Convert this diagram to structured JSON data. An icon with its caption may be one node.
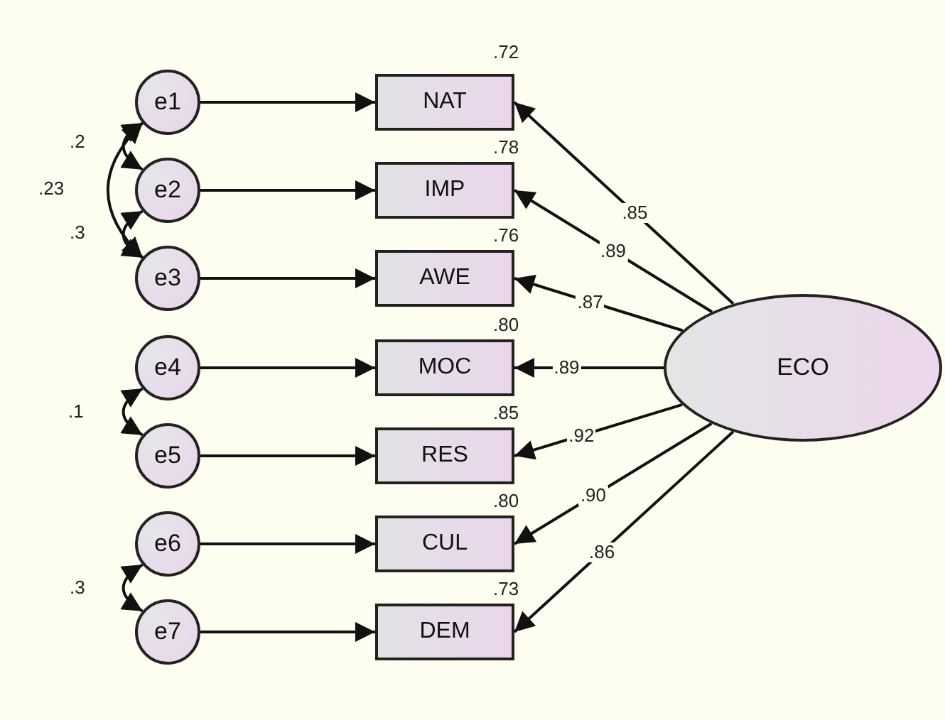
{
  "diagram": {
    "nodes": [
      {
        "text": [
          "e1"
        ]
      },
      {
        "text": [
          "e2"
        ]
      },
      {
        "text": [
          "e3"
        ]
      },
      {
        "text": [
          "e4"
        ]
      },
      {
        "text": [
          "e5"
        ]
      },
      {
        "text": [
          "e6"
        ]
      },
      {
        "text": [
          "e7"
        ]
      },
      {
        "text": [
          "NAT"
        ],
        "beside": [
          ".72"
        ]
      },
      {
        "text": [
          "IMP"
        ],
        "beside": [
          ".78"
        ]
      },
      {
        "text": [
          "AWE"
        ],
        "beside": [
          ".76"
        ]
      },
      {
        "text": [
          "MOC"
        ],
        "beside": [
          ".80"
        ]
      },
      {
        "text": [
          "RES"
        ],
        "beside": [
          ".85"
        ]
      },
      {
        "text": [
          "CUL"
        ],
        "beside": [
          ".80"
        ]
      },
      {
        "text": [
          "DEM"
        ],
        "beside": [
          ".73"
        ]
      },
      {
        "text": [
          "ECO"
        ]
      }
    ],
    "edges": [
      {
        "from": 0,
        "to": 7,
        "arrow": "to"
      },
      {
        "from": 1,
        "to": 8,
        "arrow": "to"
      },
      {
        "from": 2,
        "to": 9,
        "arrow": "to"
      },
      {
        "from": 3,
        "to": 10,
        "arrow": "to"
      },
      {
        "from": 4,
        "to": 11,
        "arrow": "to"
      },
      {
        "from": 5,
        "to": 12,
        "arrow": "to"
      },
      {
        "from": 6,
        "to": 13,
        "arrow": "to"
      },
      {
        "from": 14,
        "to": 7,
        "arrow": "to",
        "label": ".85"
      },
      {
        "from": 14,
        "to": 8,
        "arrow": "to",
        "label": ".89"
      },
      {
        "from": 14,
        "to": 9,
        "arrow": "to",
        "label": ".87"
      },
      {
        "from": 14,
        "to": 10,
        "arrow": "to",
        "label": ".89"
      },
      {
        "from": 14,
        "to": 11,
        "arrow": "to",
        "label": ".92"
      },
      {
        "from": 14,
        "to": 12,
        "arrow": "to",
        "label": ".90"
      },
      {
        "from": 14,
        "to": 13,
        "arrow": "to",
        "label": ".86"
      },
      {
        "from": 0,
        "to": 1,
        "arrow": "both",
        "label": ".2"
      },
      {
        "from": 0,
        "to": 2,
        "arrow": "both",
        "label": ".23"
      },
      {
        "from": 1,
        "to": 2,
        "arrow": "both",
        "label": ".3"
      },
      {
        "from": 3,
        "to": 4,
        "arrow": "both",
        "label": ".1"
      },
      {
        "from": 5,
        "to": 6,
        "arrow": "both",
        "label": ".3"
      }
    ]
  }
}
